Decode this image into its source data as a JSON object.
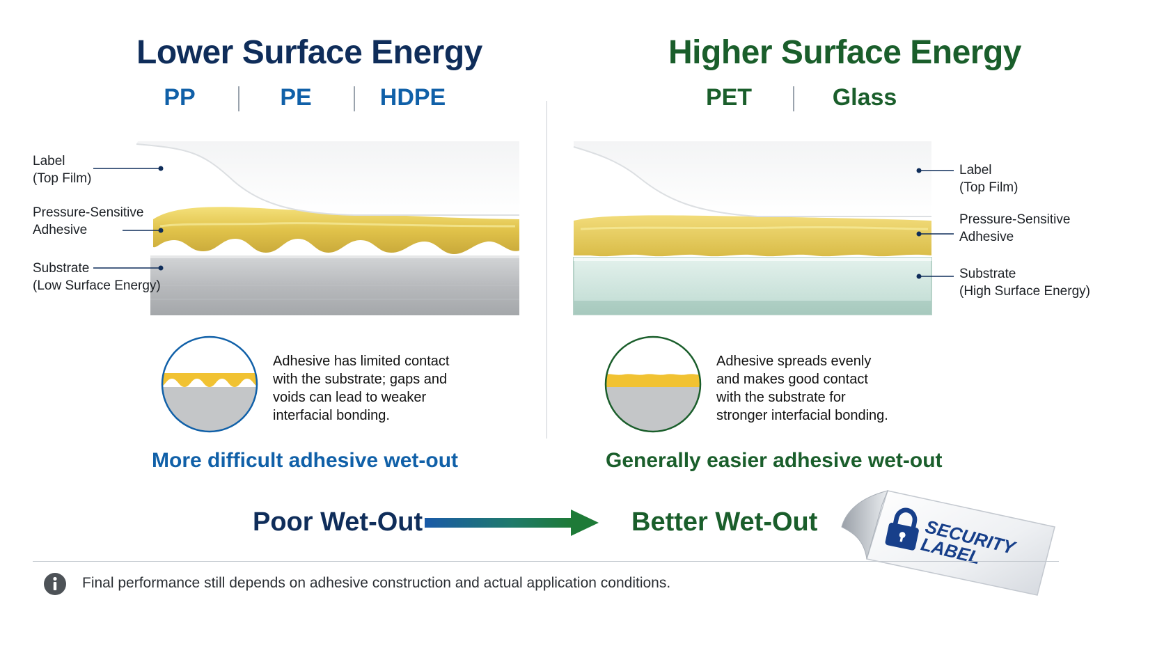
{
  "left": {
    "title": "Lower Surface Energy",
    "materials": [
      "PP",
      "PE",
      "HDPE"
    ],
    "callouts": {
      "label_line1": "Label",
      "label_line2": "(Top Film)",
      "adhesive_line1": "Pressure-Sensitive",
      "adhesive_line2": "Adhesive",
      "substrate_line1": "Substrate",
      "substrate_line2": "(Low Surface Energy)"
    },
    "description": [
      "Adhesive has limited contact",
      "with the substrate; gaps and",
      "voids can lead to weaker",
      "interfacial bonding."
    ],
    "wetout": "More difficult adhesive wet-out"
  },
  "right": {
    "title": "Higher Surface Energy",
    "materials": [
      "PET",
      "Glass"
    ],
    "callouts": {
      "label_line1": "Label",
      "label_line2": "(Top Film)",
      "adhesive_line1": "Pressure-Sensitive",
      "adhesive_line2": "Adhesive",
      "substrate_line1": "Substrate",
      "substrate_line2": "(High Surface Energy)"
    },
    "description": [
      "Adhesive spreads evenly",
      "and makes good contact",
      "with the substrate for",
      "stronger interfacial bonding."
    ],
    "wetout": "Generally easier adhesive wet-out"
  },
  "scale": {
    "poor": "Poor Wet-Out",
    "better": "Better Wet-Out"
  },
  "badge": {
    "line1": "SECURITY",
    "line2": "LABEL"
  },
  "footer": {
    "note": "Final performance still depends on adhesive construction and actual application conditions."
  },
  "colors": {
    "navy": "#0f2d5a",
    "blue": "#1060a8",
    "green": "#1a5e2b",
    "adhesive": "#e6c84a",
    "substrate_metal": "#b9bbbd",
    "substrate_glass": "#cfe6df"
  },
  "icons": {
    "info": "info-icon",
    "arrow": "arrow-right-icon",
    "lock": "lock-icon"
  }
}
